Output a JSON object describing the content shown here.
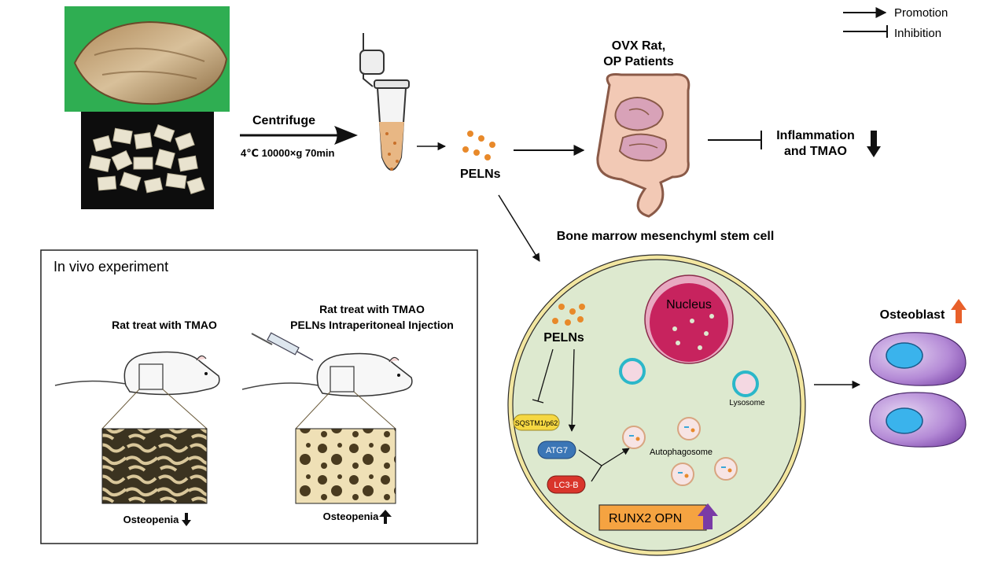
{
  "legend": {
    "promotion": "Promotion",
    "inhibition": "Inhibition"
  },
  "process": {
    "centrifuge": "Centrifuge",
    "conditions": "4℃ 10000×g 70min",
    "pelns": "PELNs"
  },
  "gut": {
    "title_line1": "OVX Rat,",
    "title_line2": "OP Patients",
    "effect_line1": "Inflammation",
    "effect_line2": "and TMAO"
  },
  "in_vivo": {
    "title": "In vivo experiment",
    "left_label": "Rat treat with TMAO",
    "right_label_line1": "Rat treat with TMAO",
    "right_label_line2": "PELNs Intraperitoneal Injection",
    "left_outcome": "Osteopenia",
    "right_outcome": "Osteopenia"
  },
  "cell": {
    "title": "Bone marrow mesenchyml stem cell",
    "nucleus": "Nucleus",
    "pelns": "PELNs",
    "lysosome": "Lysosome",
    "autophagosome": "Autophagosome",
    "sqstm1": "SQSTM1/p62",
    "atg7": "ATG7",
    "lc3b": "LC3-B",
    "markers": "RUNX2 OPN"
  },
  "osteoblast": {
    "label": "Osteoblast"
  },
  "colors": {
    "cell_fill": "#dde9cf",
    "cell_border": "#f2e6a0",
    "nucleus": "#c7235e",
    "osteoblast": "#9b5fc2",
    "orange": "#e8892a",
    "purple_arrow": "#7a3aa6",
    "up_arrow": "#e8602a"
  }
}
